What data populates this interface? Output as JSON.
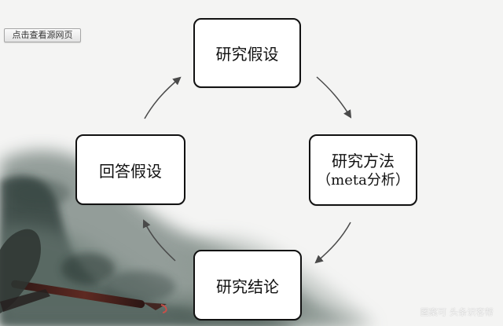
{
  "page": {
    "view_source_label": "点击查看源网页",
    "watermark_text": "图案可 头条识客帮"
  },
  "diagram": {
    "nodes": {
      "top": "研究假设",
      "right_main": "研究方法",
      "right_sub": "（meta分析）",
      "bottom": "研究结论",
      "left": "回答假设"
    },
    "flow": [
      "研究假设",
      "研究方法",
      "研究结论",
      "回答假设"
    ]
  }
}
